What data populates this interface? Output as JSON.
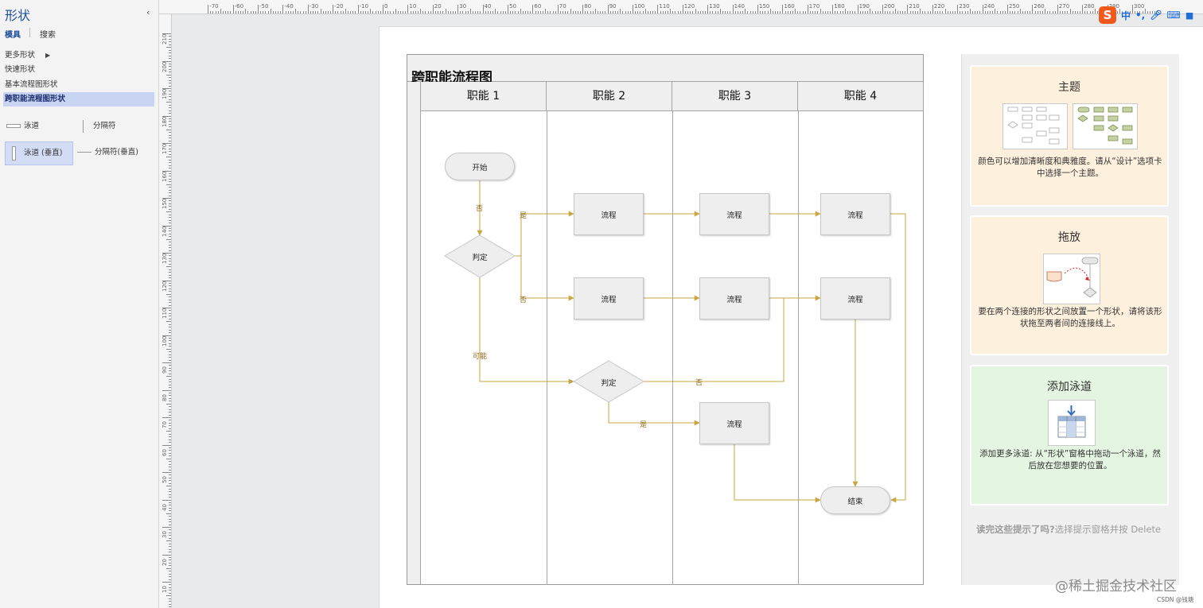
{
  "shapes_pane": {
    "title": "形状",
    "collapse_icon": "chevron-left-icon",
    "tabs": {
      "stencils": "模具",
      "search": "搜索"
    },
    "stencils": [
      {
        "label": "更多形状",
        "has_submenu": true
      },
      {
        "label": "快速形状"
      },
      {
        "label": "基本流程图形状"
      },
      {
        "label": "跨职能流程图形状",
        "selected": true
      }
    ],
    "shapes": [
      {
        "label": "泳道",
        "icon": "swimlane-horizontal-icon"
      },
      {
        "label": "分隔符",
        "icon": "separator-vertical-icon"
      },
      {
        "label": "泳道 (垂直)",
        "icon": "swimlane-vertical-icon",
        "selected": true
      },
      {
        "label": "分隔符(垂直)",
        "icon": "separator-horizontal-icon"
      }
    ]
  },
  "ruler": {
    "top_labels": [
      "-70",
      "-60",
      "-50",
      "-40",
      "-30",
      "-20",
      "-10",
      "0",
      "10",
      "20",
      "30",
      "40",
      "50",
      "60",
      "70",
      "80",
      "90",
      "100",
      "110",
      "120",
      "130",
      "140",
      "150",
      "160",
      "170",
      "180",
      "190",
      "200",
      "210",
      "220",
      "230",
      "240",
      "250",
      "260",
      "270",
      "280",
      "290",
      "300"
    ],
    "left_labels": [
      "210",
      "200",
      "190",
      "180",
      "170",
      "160",
      "150",
      "140",
      "130",
      "120",
      "110",
      "100",
      "90",
      "80",
      "70",
      "60",
      "50",
      "40",
      "30",
      "20",
      "10"
    ]
  },
  "diagram": {
    "title": "跨职能流程图",
    "lanes": [
      "职能 1",
      "职能 2",
      "职能 3",
      "职能 4"
    ],
    "shapes": {
      "start": "开始",
      "decision1": "判定",
      "decision2": "判定",
      "process1": "流程",
      "process2": "流程",
      "process3": "流程",
      "process4": "流程",
      "process5": "流程",
      "process6": "流程",
      "process7": "流程",
      "end": "结束"
    },
    "connector_labels": {
      "no_top": "否",
      "yes_top": "是",
      "no_mid": "否",
      "maybe": "可能",
      "no_right": "否",
      "yes_bottom": "是"
    },
    "connector_color": "#c9a640"
  },
  "tips": {
    "cards": [
      {
        "title": "主题",
        "text": "颜色可以增加清晰度和典雅度。请从“设计”选项卡中选择一个主题。",
        "color": "#fdf0dc"
      },
      {
        "title": "拖放",
        "text": "要在两个连接的形状之间放置一个形状，请将该形状拖至两者间的连接线上。",
        "color": "#fdf0dc"
      },
      {
        "title": "添加泳道",
        "text": "添加更多泳道: 从“形状”窗格中拖动一个泳道，然后放在您想要的位置。",
        "color": "#e4f5e1"
      }
    ],
    "footer_bold": "读完这些提示了吗?",
    "footer_text": "选择提示窗格并按 Delete"
  },
  "ime": {
    "logo": "S",
    "lang": "中",
    "punct": "•,",
    "mic_icon": "microphone-icon",
    "keyboard_icon": "keyboard-icon",
    "skin_icon": "shirt-icon"
  },
  "watermark": "@稀土掘金技术社区",
  "credit": "CSDN @钱塘"
}
